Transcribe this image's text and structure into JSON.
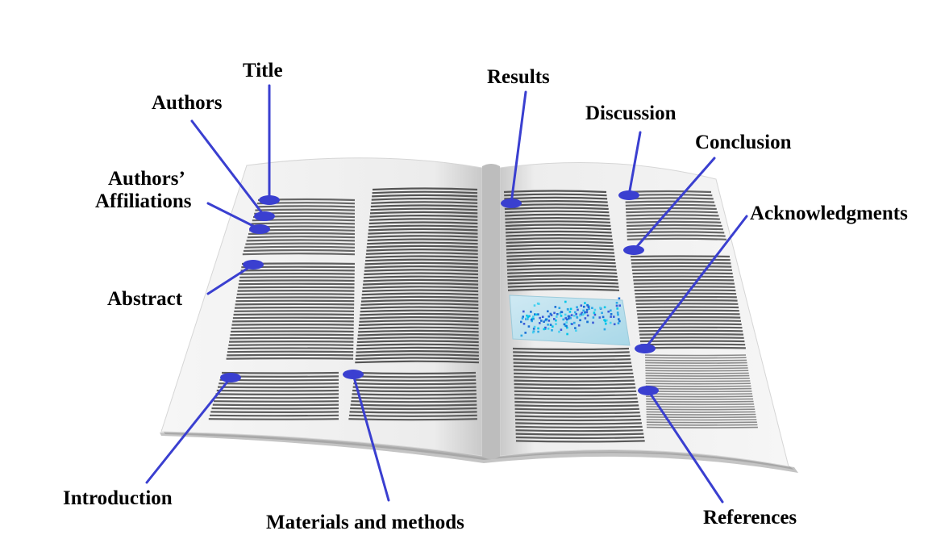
{
  "accent_color": "#3a3fd0",
  "labels": {
    "title": "Title",
    "authors": "Authors",
    "affiliations_line1": "Authors’",
    "affiliations_line2": "Affiliations",
    "abstract": "Abstract",
    "introduction": "Introduction",
    "materials_methods": "Materials and methods",
    "results": "Results",
    "discussion": "Discussion",
    "conclusion": "Conclusion",
    "acknowledgments": "Acknowledgments",
    "references": "References"
  }
}
